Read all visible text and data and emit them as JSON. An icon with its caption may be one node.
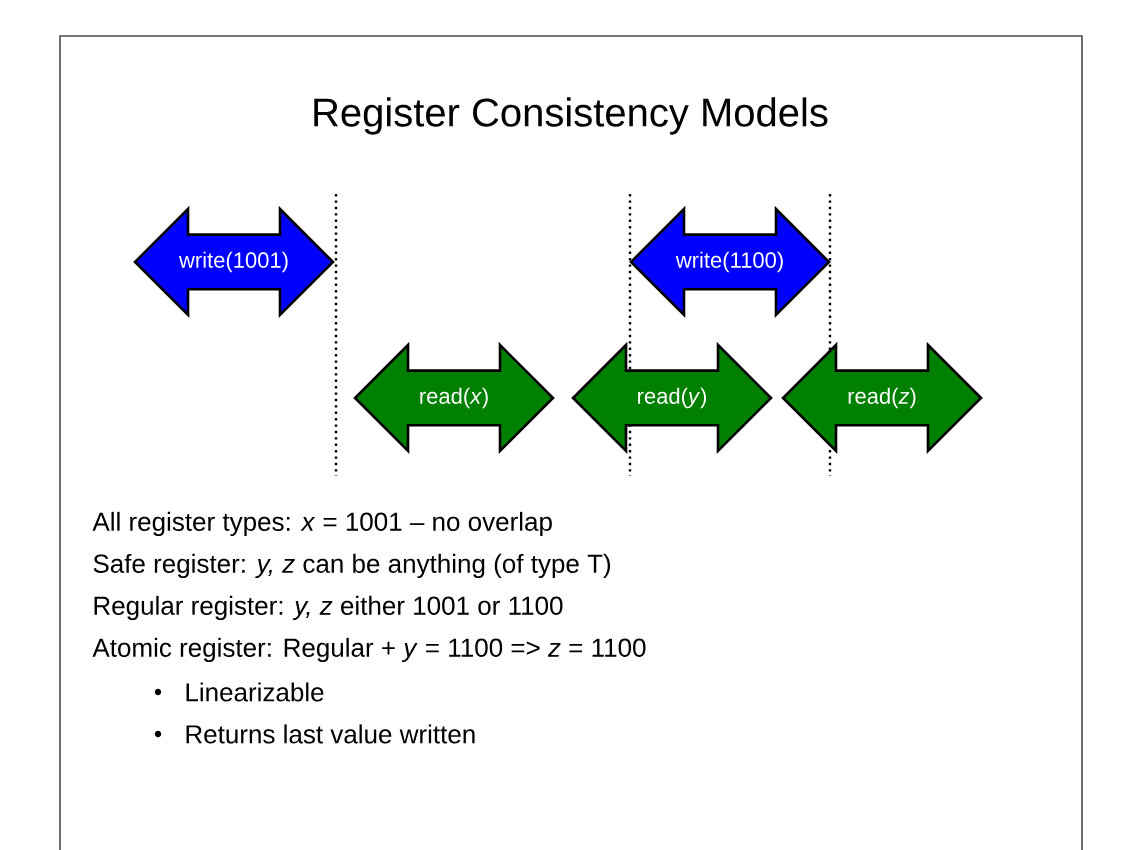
{
  "diagram": {
    "title": "Register Consistency Models",
    "nodes": [
      {
        "text": [
          "write(1001)"
        ]
      },
      {
        "text": [
          "write(1100)"
        ]
      },
      {
        "text": [
          "read(*x*)"
        ]
      },
      {
        "text": [
          "read(*y*)"
        ]
      },
      {
        "text": [
          "read(*z*)"
        ]
      }
    ],
    "labels": [
      "All register types: *x* = 1001 – no overlap",
      "Safe register: *y, z* can be anything (of type T)",
      "Regular register: *y, z* either 1001 or 1100",
      "Atomic register: Regular + *y* = 1100 => *z* = 1100",
      "Linearizable",
      "Returns last value written"
    ]
  }
}
